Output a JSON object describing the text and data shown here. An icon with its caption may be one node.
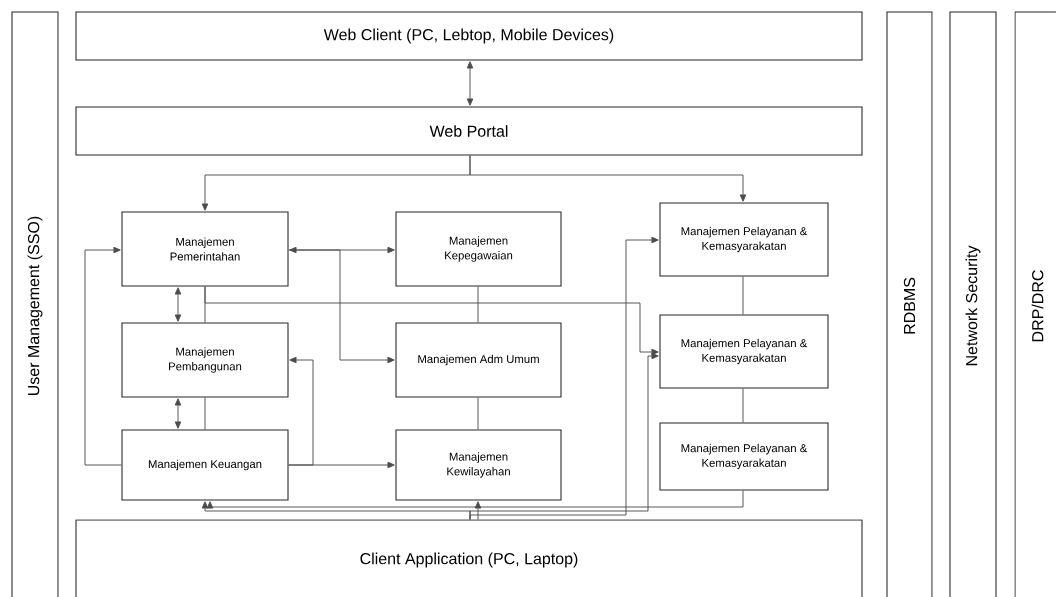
{
  "diagram": {
    "nodes": [
      {
        "text": [
          "User Management (SSO)"
        ]
      },
      {
        "text": [
          "Web Client (PC, Lebtop, Mobile Devices)"
        ]
      },
      {
        "text": [
          "Web Portal"
        ]
      },
      {
        "text": [
          "Manajemen Pemerintahan"
        ]
      },
      {
        "text": [
          "Manajemen Kepegawaian"
        ]
      },
      {
        "text": [
          "Manajemen Pelayanan & Kemasyarakatan"
        ]
      },
      {
        "text": [
          "Manajemen Pembangunan"
        ]
      },
      {
        "text": [
          "Manajemen Adm Umum"
        ]
      },
      {
        "text": [
          "Manajemen Pelayanan & Kemasyarakatan"
        ]
      },
      {
        "text": [
          "Manajemen Keuangan"
        ]
      },
      {
        "text": [
          "Manajemen Kewilayahan"
        ]
      },
      {
        "text": [
          "Manajemen Pelayanan & Kemasyarakatan"
        ]
      },
      {
        "text": [
          "Client Application (PC, Laptop)"
        ]
      },
      {
        "text": [
          "RDBMS"
        ]
      },
      {
        "text": [
          "Network Security"
        ]
      },
      {
        "text": [
          "DRP/DRC"
        ]
      }
    ],
    "edges": [
      {
        "from": 1,
        "to": 2,
        "arrow": "both"
      },
      {
        "from": 2,
        "to": 3,
        "arrow": "to"
      },
      {
        "from": 2,
        "to": 5,
        "arrow": "to"
      },
      {
        "from": 3,
        "to": 4,
        "arrow": "both"
      },
      {
        "from": 3,
        "to": 7,
        "arrow": "to"
      },
      {
        "from": 3,
        "to": 6,
        "arrow": "both"
      },
      {
        "from": 6,
        "to": 9,
        "arrow": "both"
      },
      {
        "from": 3,
        "to": 8,
        "arrow": "to"
      },
      {
        "from": 3,
        "to": 6,
        "arrow": "none"
      },
      {
        "from": 6,
        "to": 9,
        "arrow": "none"
      },
      {
        "from": 4,
        "to": 7,
        "arrow": "none"
      },
      {
        "from": 7,
        "to": 10,
        "arrow": "none"
      },
      {
        "from": 5,
        "to": 8,
        "arrow": "none"
      },
      {
        "from": 8,
        "to": 11,
        "arrow": "none"
      },
      {
        "from": 9,
        "to": 3,
        "arrow": "to"
      },
      {
        "from": 9,
        "to": 6,
        "arrow": "to"
      },
      {
        "from": 9,
        "to": 10,
        "arrow": "to"
      },
      {
        "from": 12,
        "to": 10,
        "arrow": "to"
      },
      {
        "from": 12,
        "to": 9,
        "arrow": "to"
      },
      {
        "from": 12,
        "to": 5,
        "arrow": "to"
      },
      {
        "from": 12,
        "to": 8,
        "arrow": "to"
      },
      {
        "from": 11,
        "to": 9,
        "arrow": "to"
      }
    ]
  }
}
